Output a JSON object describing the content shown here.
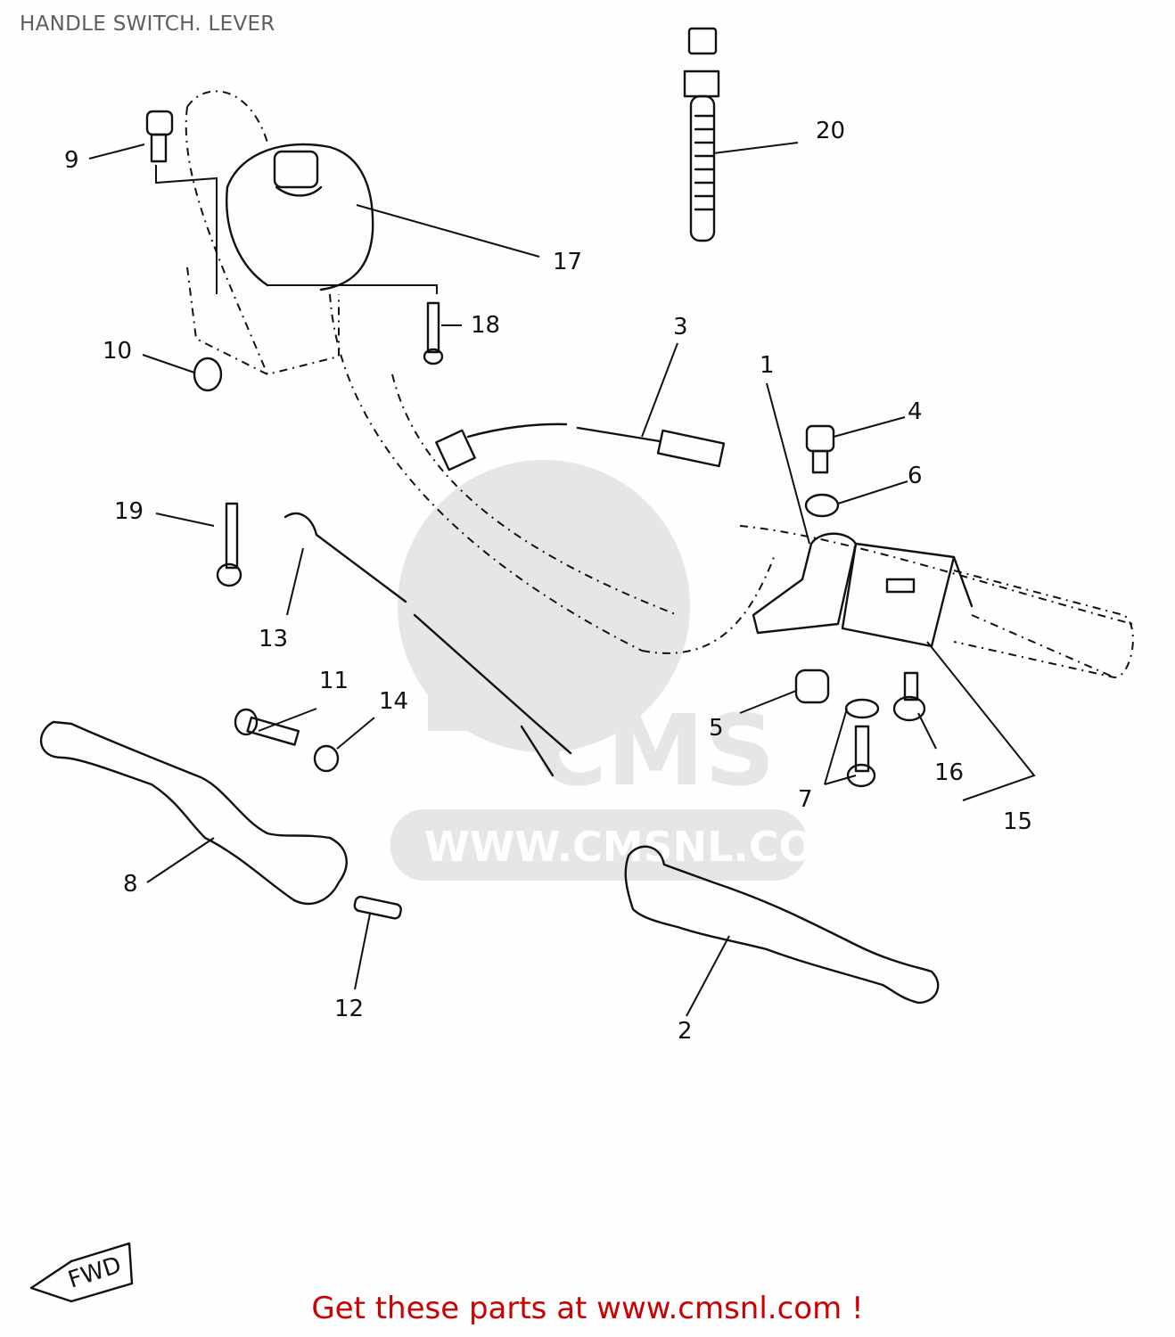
{
  "page": {
    "title": "HANDLE SWITCH. LEVER",
    "footer_text": "Get these parts at www.cmsnl.com !"
  },
  "watermark": {
    "logo_text": "CMS",
    "url_text": "WWW.CMSNL.COM",
    "color": "#e6e6e6"
  },
  "colors": {
    "background": "#fdfefd",
    "title": "#5e5e5e",
    "footer": "#cc0000",
    "line": "#111111"
  },
  "direction_marker": {
    "label": "FWD"
  },
  "callouts": [
    {
      "id": "1",
      "label": "1"
    },
    {
      "id": "2",
      "label": "2"
    },
    {
      "id": "3",
      "label": "3"
    },
    {
      "id": "4",
      "label": "4"
    },
    {
      "id": "5",
      "label": "5"
    },
    {
      "id": "6",
      "label": "6"
    },
    {
      "id": "7",
      "label": "7"
    },
    {
      "id": "8",
      "label": "8"
    },
    {
      "id": "9",
      "label": "9"
    },
    {
      "id": "10",
      "label": "10"
    },
    {
      "id": "11",
      "label": "11"
    },
    {
      "id": "12",
      "label": "12"
    },
    {
      "id": "13",
      "label": "13"
    },
    {
      "id": "14",
      "label": "14"
    },
    {
      "id": "15",
      "label": "15"
    },
    {
      "id": "16",
      "label": "16"
    },
    {
      "id": "17",
      "label": "17"
    },
    {
      "id": "18",
      "label": "18"
    },
    {
      "id": "19",
      "label": "19"
    },
    {
      "id": "20",
      "label": "20"
    }
  ]
}
